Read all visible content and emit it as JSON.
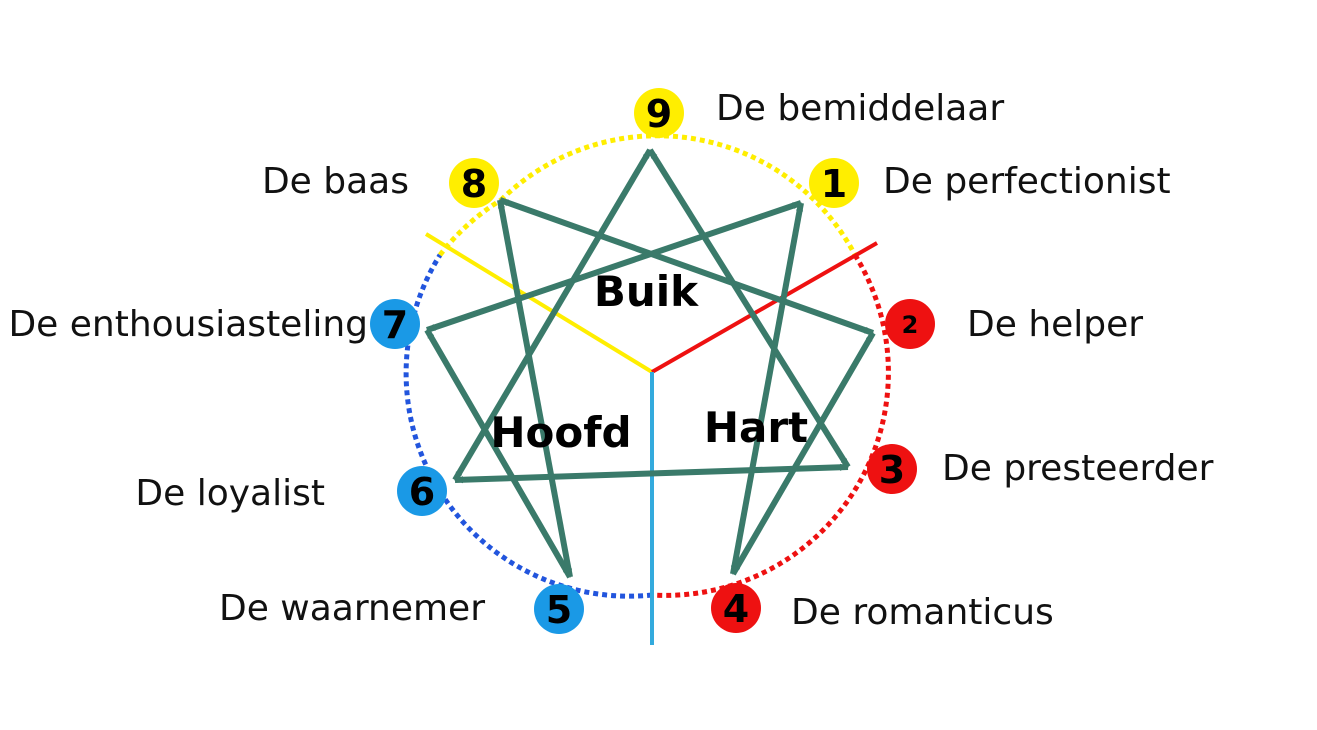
{
  "centers": {
    "gut": "Buik",
    "head": "Hoofd",
    "heart": "Hart"
  },
  "colors": {
    "gut": "#ffee00",
    "heart": "#ee1111",
    "head": "#1a99e6",
    "head_arc": "#2255dd",
    "heart_divider": "#ee1111",
    "gut_divider": "#ffee00",
    "head_divider": "#33aadd",
    "arrow": "#3a7a6a"
  },
  "types": [
    {
      "number": "9",
      "label": "De bemiddelaar",
      "center": "gut"
    },
    {
      "number": "1",
      "label": "De perfectionist",
      "center": "gut"
    },
    {
      "number": "2",
      "label": "De helper",
      "center": "heart"
    },
    {
      "number": "3",
      "label": "De presteerder",
      "center": "heart"
    },
    {
      "number": "4",
      "label": "De romanticus",
      "center": "heart"
    },
    {
      "number": "5",
      "label": "De waarnemer",
      "center": "head"
    },
    {
      "number": "6",
      "label": "De loyalist",
      "center": "head"
    },
    {
      "number": "7",
      "label": "De enthousiasteling",
      "center": "head"
    },
    {
      "number": "8",
      "label": "De baas",
      "center": "gut"
    }
  ],
  "connections": [
    [
      "9",
      "3"
    ],
    [
      "3",
      "6"
    ],
    [
      "6",
      "9"
    ],
    [
      "1",
      "7"
    ],
    [
      "7",
      "5"
    ],
    [
      "5",
      "8"
    ],
    [
      "8",
      "2"
    ],
    [
      "2",
      "4"
    ],
    [
      "4",
      "1"
    ]
  ]
}
